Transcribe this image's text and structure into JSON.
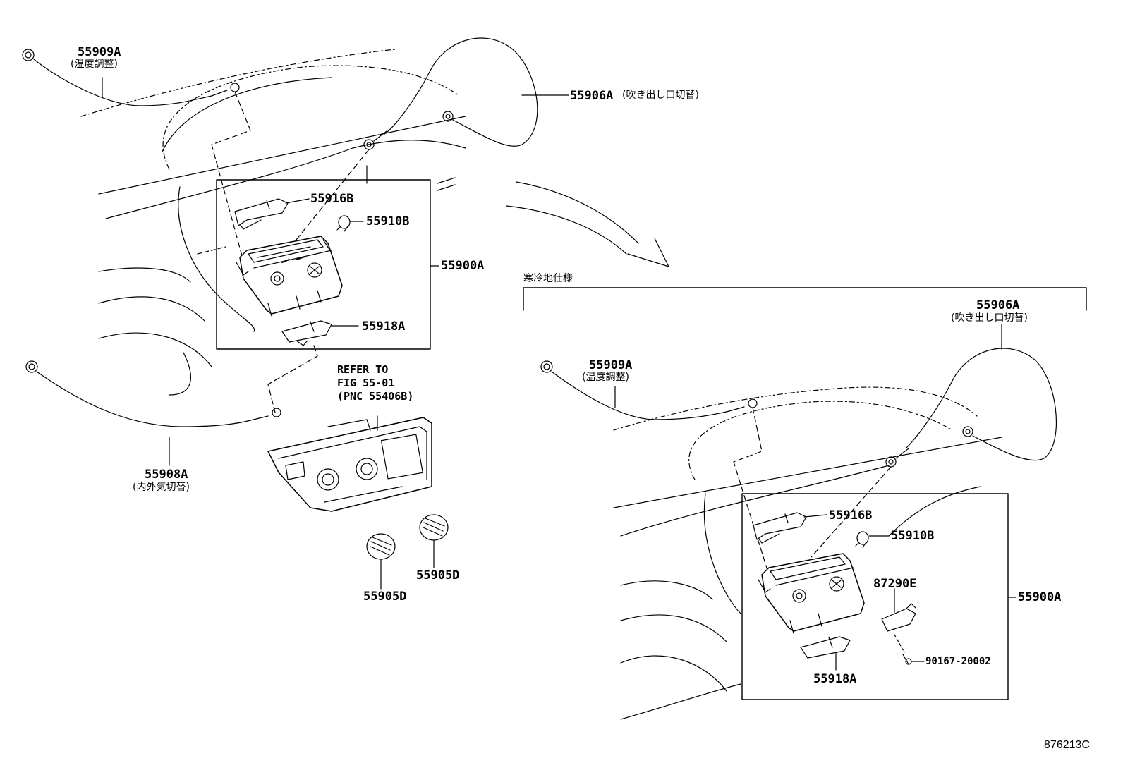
{
  "left": {
    "p55909A": "55909A",
    "p55909A_note": "(温度調整)",
    "p55906A": "55906A",
    "p55906A_note": "(吹き出し口切替)",
    "p55916B": "55916B",
    "p55910B": "55910B",
    "p55900A": "55900A",
    "p55918A": "55918A",
    "p55908A": "55908A",
    "p55908A_note": "(内外気切替)",
    "refer_line1": "REFER TO",
    "refer_line2": "FIG 55-01",
    "refer_line3": "(PNC 55406B)",
    "p55905D_a": "55905D",
    "p55905D_b": "55905D"
  },
  "right": {
    "section_title": "寒冷地仕様",
    "p55906A": "55906A",
    "p55906A_note": "(吹き出し口切替)",
    "p55909A": "55909A",
    "p55909A_note": "(温度調整)",
    "p55916B": "55916B",
    "p55910B": "55910B",
    "p87290E": "87290E",
    "p55900A": "55900A",
    "p90167": "90167-20002",
    "p55918A": "55918A"
  },
  "figure_id": "876213C"
}
